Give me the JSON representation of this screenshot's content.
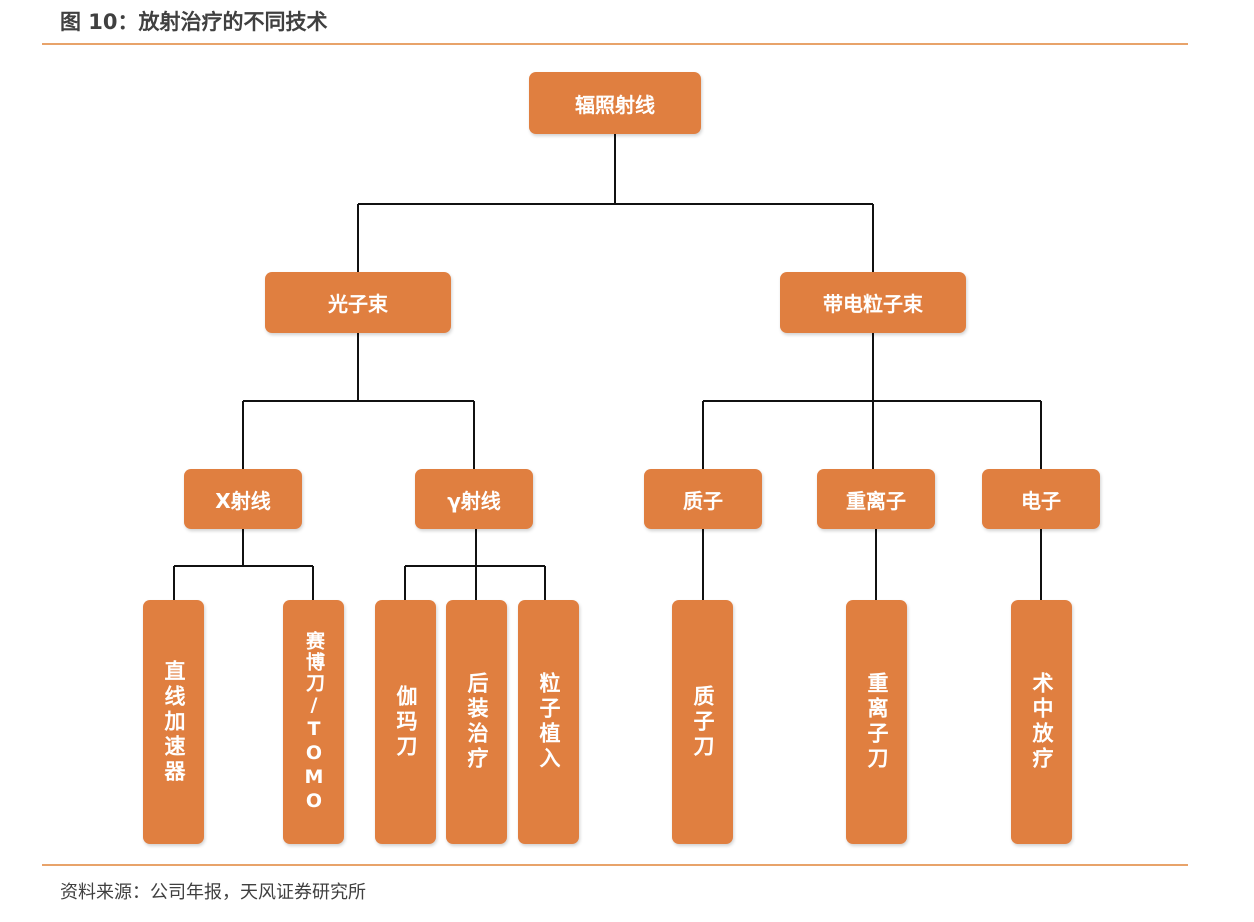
{
  "header": {
    "title": "图 10：放射治疗的不同技术"
  },
  "footer": {
    "source": "资料来源：公司年报，天风证券研究所"
  },
  "colors": {
    "node_fill": "#E07F40",
    "rule": "#E8A36A",
    "line": "#111111"
  },
  "diagram": {
    "root": "辐照射线",
    "level1": {
      "photon": "光子束",
      "charged": "带电粒子束"
    },
    "level2": {
      "xray": "X射线",
      "gamma": "γ射线",
      "proton": "质子",
      "heavy_ion": "重离子",
      "electron": "电子"
    },
    "leaves": {
      "linac": "直线加速器",
      "cyberknife_tomo": "赛博刀/TOMO",
      "gamma_knife": "伽玛刀",
      "afterloading": "后装治疗",
      "seed_implant": "粒子植入",
      "proton_knife": "质子刀",
      "heavy_ion_knife": "重离子刀",
      "intraop": "术中放疗"
    }
  }
}
